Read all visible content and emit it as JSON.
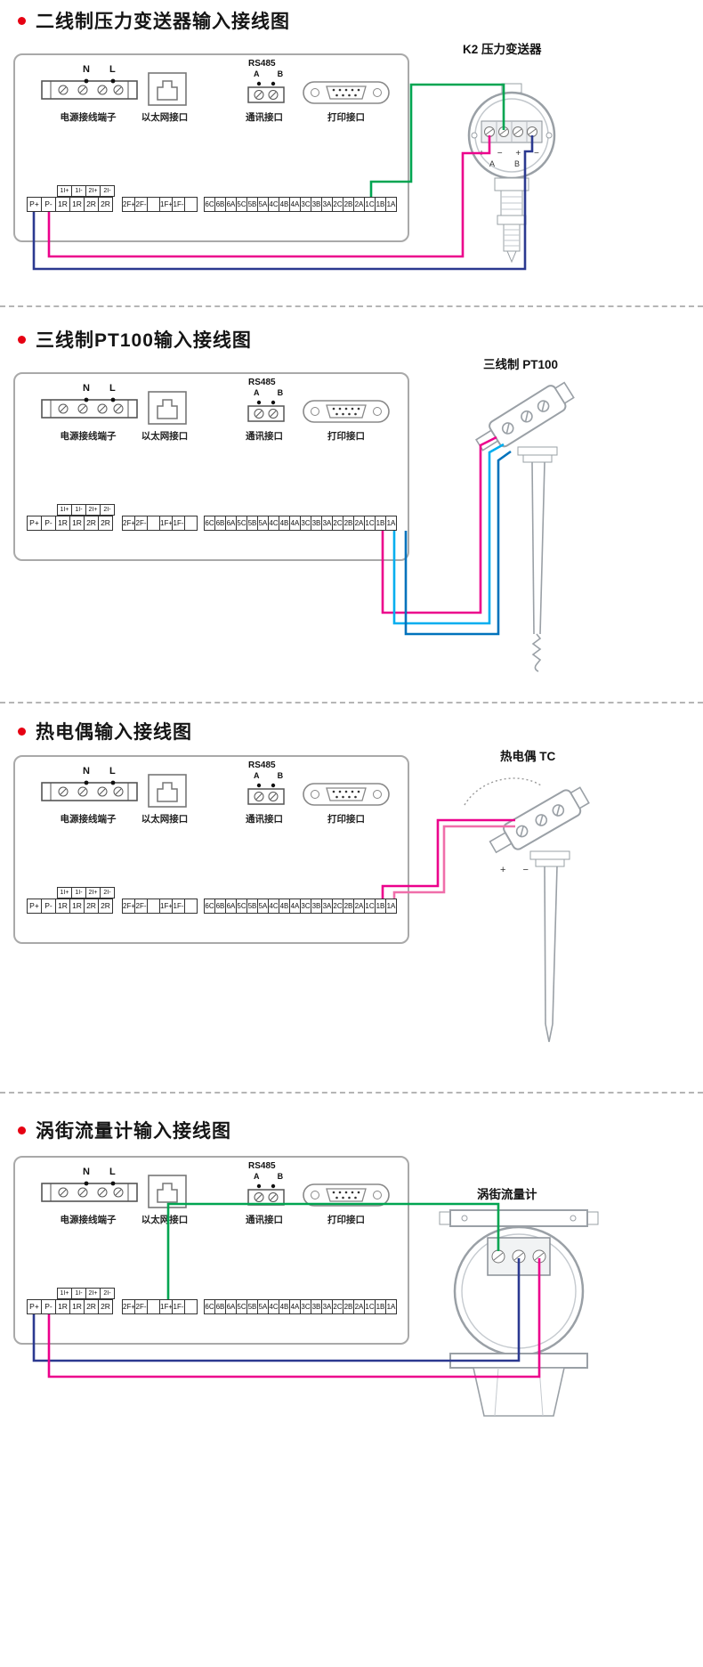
{
  "titles": {
    "s1": "二线制压力变送器输入接线图",
    "s2": "三线制PT100输入接线图",
    "s3": "热电偶输入接线图",
    "s4": "涡街流量计输入接线图"
  },
  "devices": {
    "s1": "K2  压力变送器",
    "s2": "三线制  PT100",
    "s3": "热电偶  TC",
    "s4": "涡街流量计",
    "s1_terms_row1": "+ − + −",
    "s1_terms_row2": "A B",
    "s3_terms": "+ −"
  },
  "panel": {
    "power_n": "N",
    "power_l": "L",
    "power_label": "电源接线端子",
    "ethernet_label": "以太网接口",
    "rs485_title": "RS485",
    "rs485_ab": "A B",
    "comm_label": "通讯接口",
    "printer_label": "打印接口"
  },
  "strip": {
    "header": [
      "1I+",
      "1I-",
      "2I+",
      "2I-"
    ],
    "left": [
      "P+",
      "P-",
      "1R",
      "1R",
      "2R",
      "2R"
    ],
    "mid": [
      "2F+",
      "2F-",
      "",
      "1F+",
      "1F-",
      ""
    ],
    "main": [
      "6C",
      "6B",
      "6A",
      "5C",
      "5B",
      "5A",
      "4C",
      "4B",
      "4A",
      "3C",
      "3B",
      "3A",
      "2C",
      "2B",
      "2A",
      "1C",
      "1B",
      "1A"
    ]
  },
  "colors": {
    "green": "#00a551",
    "magenta": "#ec008c",
    "navy": "#2b3990",
    "cyan": "#00aeef",
    "blue": "#0072bc",
    "pink": "#f06eaa",
    "bullet": "#e60012"
  }
}
